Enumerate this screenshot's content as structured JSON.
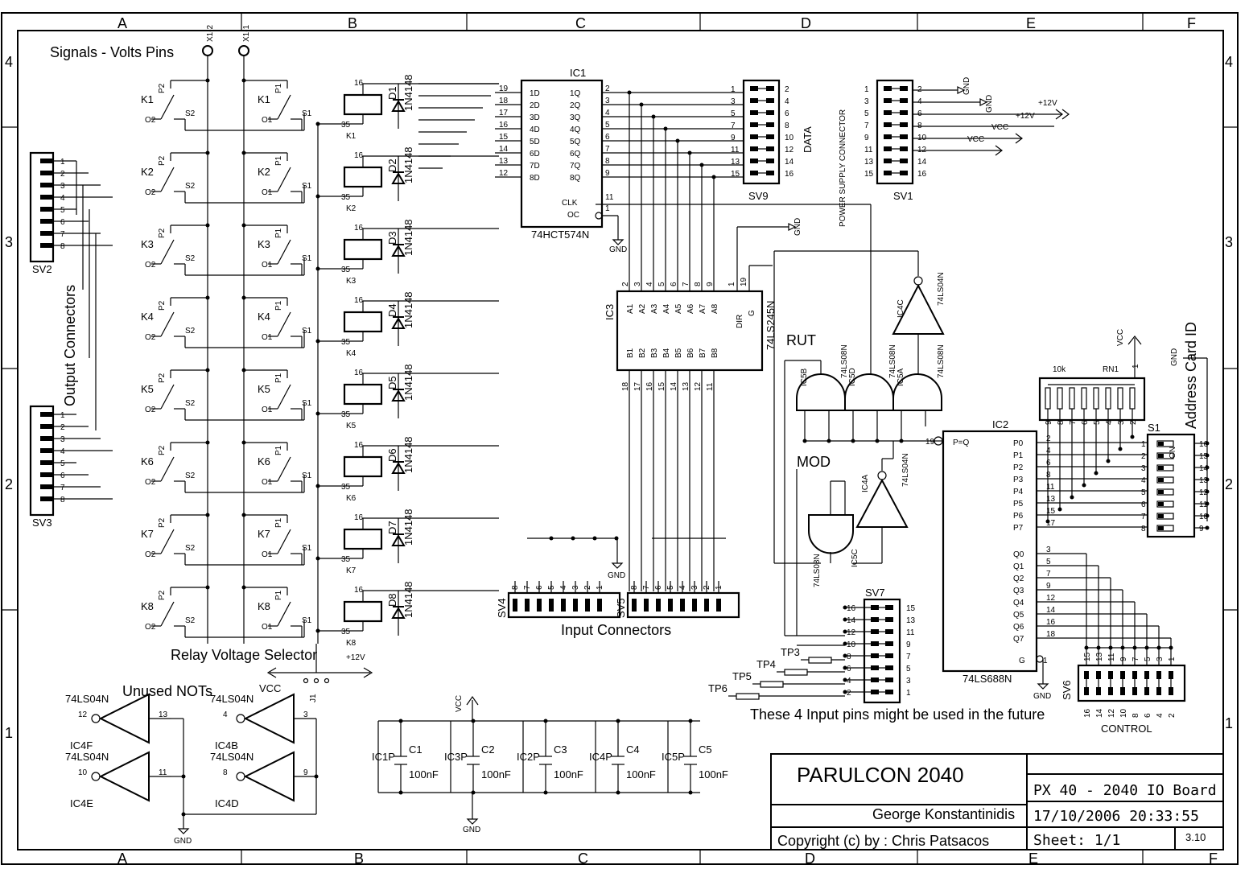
{
  "grid": {
    "columns": [
      "A",
      "B",
      "C",
      "D",
      "E",
      "F"
    ],
    "rows": [
      "4",
      "3",
      "2",
      "1"
    ]
  },
  "labels": {
    "signals_volts_pins": "Signals - Volts Pins",
    "x1_2": "X1-2",
    "x1_1": "X1-1",
    "output_connectors": "Output Connectors",
    "input_connectors": "Input Connectors",
    "relay_voltage_selector": "Relay Voltage Selector",
    "plus12v": "+12V",
    "vcc": "VCC",
    "gnd": "GND",
    "unused_nots": "Unused NOTs",
    "power_supply_connector": "POWER SUPPLY CONNECTOR",
    "data": "DATA",
    "rut": "RUT",
    "mod": "MOD",
    "address_card_id": "Address Card ID",
    "future_note": "These 4 Input pins might be used in the future",
    "control": "CONTROL",
    "p_eq_q": "P=Q",
    "clk": "CLK",
    "oc": "OC",
    "dir": "DIR",
    "g": "G",
    "j1": "J1"
  },
  "parts": {
    "ic1": {
      "ref": "IC1",
      "value": "74HCT574N",
      "inputs": [
        "1D",
        "2D",
        "3D",
        "4D",
        "5D",
        "6D",
        "7D",
        "8D"
      ],
      "outputs": [
        "1Q",
        "2Q",
        "3Q",
        "4Q",
        "5Q",
        "6Q",
        "7Q",
        "8Q"
      ]
    },
    "ic2": {
      "ref": "IC2",
      "value": "74LS688N",
      "p_pins": [
        "P0",
        "P1",
        "P2",
        "P3",
        "P4",
        "P5",
        "P6",
        "P7"
      ],
      "q_pins": [
        "Q0",
        "Q1",
        "Q2",
        "Q3",
        "Q4",
        "Q5",
        "Q6",
        "Q7"
      ]
    },
    "ic3": {
      "ref": "IC3",
      "value": "74LS245N",
      "a_pins": [
        "A1",
        "A2",
        "A3",
        "A4",
        "A5",
        "A6",
        "A7",
        "A8"
      ],
      "b_pins": [
        "B1",
        "B2",
        "B3",
        "B4",
        "B5",
        "B6",
        "B7",
        "B8"
      ]
    },
    "ic4c": {
      "ref": "IC4C",
      "value": "74LS04N"
    },
    "ic4a": {
      "ref": "IC4A",
      "value": "74LS04N"
    },
    "ic5b": {
      "ref": "IC5B",
      "value": "74LS08N"
    },
    "ic5d": {
      "ref": "IC5D",
      "value": "74LS08N"
    },
    "ic5a": {
      "ref": "IC5A",
      "value": "74LS08N"
    },
    "ic5c": {
      "ref": "IC5C",
      "value": "74LS08N"
    },
    "rn1": {
      "ref": "RN1",
      "value": "10k"
    },
    "s1": {
      "ref": "S1",
      "on": "ON"
    },
    "sv1": "SV1",
    "sv2": "SV2",
    "sv3": "SV3",
    "sv4": "SV4",
    "sv5": "SV5",
    "sv6": "SV6",
    "sv7": "SV7",
    "sv9": "SV9",
    "diode_value": "1N4148",
    "relays": [
      "K1",
      "K2",
      "K3",
      "K4",
      "K5",
      "K6",
      "K7",
      "K8"
    ],
    "diodes": [
      "D1",
      "D2",
      "D3",
      "D4",
      "D5",
      "D6",
      "D7",
      "D8"
    ],
    "tps": [
      "TP3",
      "TP4",
      "TP5",
      "TP6"
    ],
    "caps": [
      {
        "ref": "C1",
        "ic": "IC1P",
        "value": "100nF"
      },
      {
        "ref": "C2",
        "ic": "IC3P",
        "value": "100nF"
      },
      {
        "ref": "C3",
        "ic": "IC2P",
        "value": "100nF"
      },
      {
        "ref": "C4",
        "ic": "IC4P",
        "value": "100nF"
      },
      {
        "ref": "C5",
        "ic": "IC5P",
        "value": "100nF"
      }
    ],
    "unused_nots": [
      {
        "ref": "IC4F",
        "value": "74LS04N"
      },
      {
        "ref": "IC4E",
        "value": "74LS04N"
      },
      {
        "ref": "IC4B",
        "value": "74LS04N"
      },
      {
        "ref": "IC4D",
        "value": "74LS04N"
      }
    ]
  },
  "title_block": {
    "company": "PARULCON 2040",
    "board": "PX 40 - 2040 IO Board",
    "author": "George Konstantinidis",
    "datetime": "17/10/2006 20:33:55",
    "copyright": "Copyright (c) by : Chris Patsacos",
    "sheet": "Sheet: 1/1",
    "revision": "3.10"
  }
}
